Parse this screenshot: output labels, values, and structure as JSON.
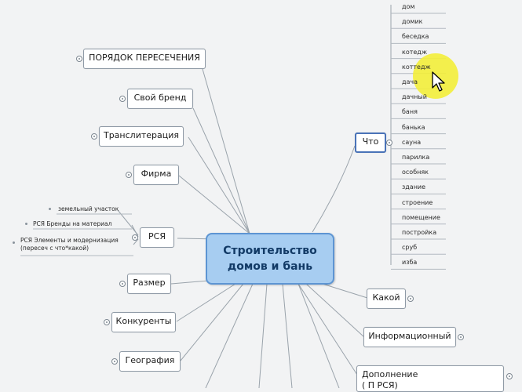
{
  "central": {
    "line1": "Строительство",
    "line2": "домов и бань"
  },
  "left_branches": {
    "order": "ПОРЯДОК ПЕРЕСЕЧЕНИЯ",
    "own_brand": "Свой бренд",
    "transliteration": "Транслитерация",
    "firm": "Фирма",
    "rsya": "РСЯ",
    "size": "Размер",
    "competitors": "Конкуренты",
    "geography": "География"
  },
  "rsya_children": {
    "land": "земельный участок",
    "brands": "РСЯ Бренды на материал",
    "elements_line1": "РСЯ Элементы и модернизация",
    "elements_line2": "(пересеч с что*какой)"
  },
  "right_branches": {
    "what": "Что",
    "which": "Какой",
    "informational": "Информационный",
    "addition_line1": "Дополнение",
    "addition_line2": "(                   П           РСЯ)"
  },
  "what_children": [
    "дом",
    "домик",
    "беседка",
    "котедж",
    "коттедж",
    "дача",
    "дачный",
    "баня",
    "банька",
    "сауна",
    "парилка",
    "особняк",
    "здание",
    "строение",
    "помещение",
    "постройка",
    "сруб",
    "изба"
  ],
  "colors": {
    "central_fill": "#a7cdf1",
    "central_border": "#5d95d3",
    "selected_border": "#4a73b8",
    "cursor_highlight": "#f3ee3a"
  }
}
